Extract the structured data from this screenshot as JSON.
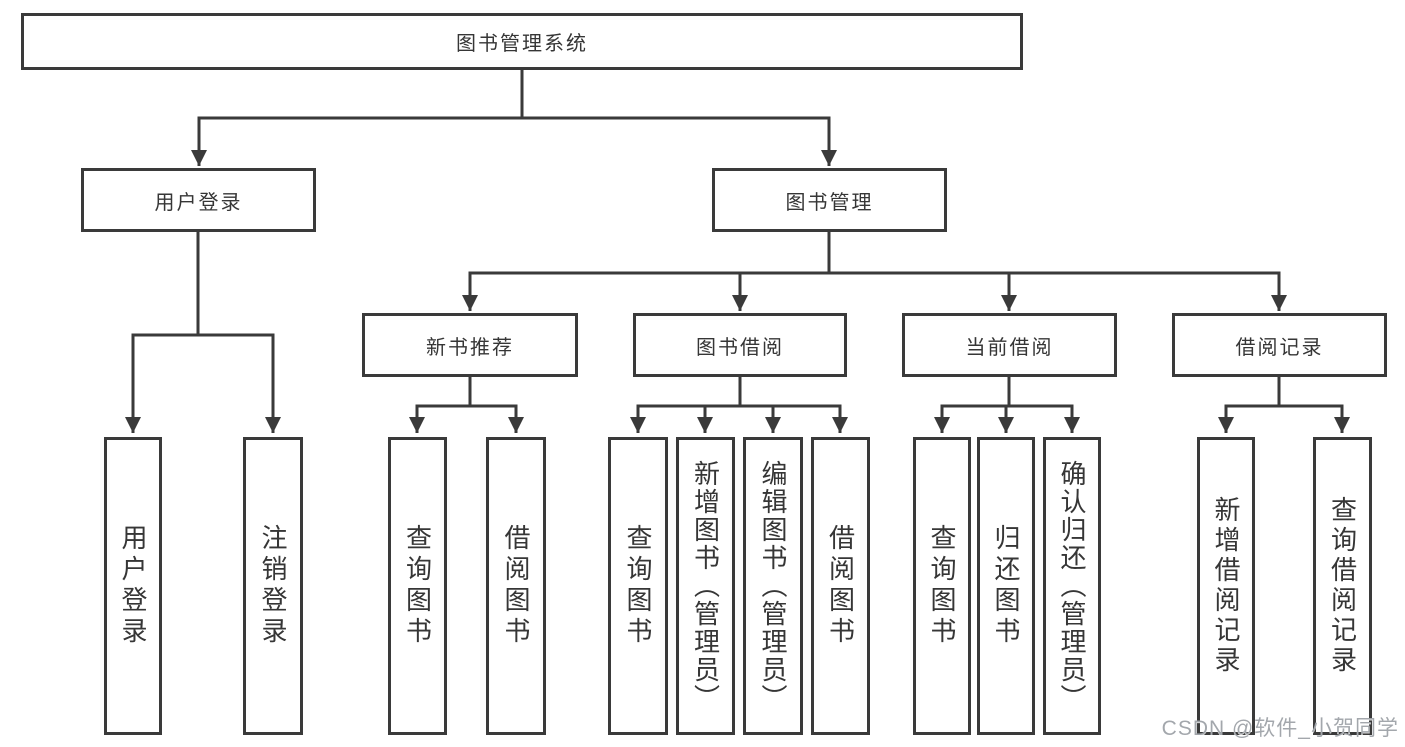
{
  "diagram": {
    "root": {
      "label": "图书管理系统"
    },
    "level2": [
      {
        "id": "user-login",
        "label": "用户登录"
      },
      {
        "id": "book-management",
        "label": "图书管理"
      }
    ],
    "level3": [
      {
        "id": "new-book-recommend",
        "label": "新书推荐"
      },
      {
        "id": "book-borrow",
        "label": "图书借阅"
      },
      {
        "id": "current-borrow",
        "label": "当前借阅"
      },
      {
        "id": "borrow-records",
        "label": "借阅记录"
      }
    ],
    "leaves": [
      {
        "id": "user-login-leaf",
        "parent": "user-login",
        "label": "用户登录"
      },
      {
        "id": "logout",
        "parent": "user-login",
        "label": "注销登录"
      },
      {
        "id": "query-books-recommend",
        "parent": "new-book-recommend",
        "label": "查询图书"
      },
      {
        "id": "borrow-books-recommend",
        "parent": "new-book-recommend",
        "label": "借阅图书"
      },
      {
        "id": "query-books-borrow",
        "parent": "book-borrow",
        "label": "查询图书"
      },
      {
        "id": "add-books-admin",
        "parent": "book-borrow",
        "label": "新增图书（管理员）"
      },
      {
        "id": "edit-books-admin",
        "parent": "book-borrow",
        "label": "编辑图书（管理员）"
      },
      {
        "id": "borrow-books",
        "parent": "book-borrow",
        "label": "借阅图书"
      },
      {
        "id": "query-books-current",
        "parent": "current-borrow",
        "label": "查询图书"
      },
      {
        "id": "return-books",
        "parent": "current-borrow",
        "label": "归还图书"
      },
      {
        "id": "confirm-return-admin",
        "parent": "current-borrow",
        "label": "确认归还（管理员）"
      },
      {
        "id": "add-borrow-record",
        "parent": "borrow-records",
        "label": "新增借阅记录"
      },
      {
        "id": "query-borrow-record",
        "parent": "borrow-records",
        "label": "查询借阅记录"
      }
    ]
  },
  "watermark": {
    "text": "CSDN @软件_小贺同学"
  },
  "colors": {
    "line": "#3a3a3a",
    "box_border": "#3a3a3a",
    "text": "#363636",
    "background": "#ffffff",
    "watermark": "#9ea2a8"
  }
}
